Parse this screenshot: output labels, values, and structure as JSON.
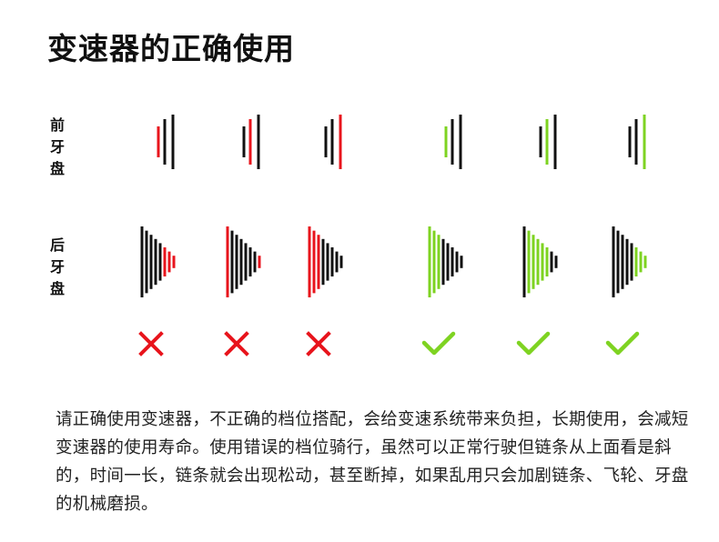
{
  "title": "变速器的正确使用",
  "row_labels": {
    "front": [
      "前",
      "牙",
      "盘"
    ],
    "rear": [
      "后",
      "牙",
      "盘"
    ]
  },
  "caption": "请正确使用变速器，不正确的档位搭配，会给变速系统带来负担，长期使用，会减短变速器的使用寿命。使用错误的档位骑行，虽然可以正常行驶但链条从上面看是斜的，时间一长，链条就会出现松动，甚至断掉，如果乱用只会加剧链条、飞轮、牙盘的机械磨损。",
  "colors": {
    "base": "#111111",
    "wrong": "#e8141c",
    "right": "#7ed321"
  },
  "front_chainrings": {
    "count": 3
  },
  "rear_cassette": {
    "count": 8
  },
  "combinations": [
    {
      "front_gear": 0,
      "rear_highlight": [
        5,
        6,
        7
      ],
      "result": "wrong",
      "icon": "cross-icon"
    },
    {
      "front_gear": 1,
      "rear_highlight": [
        0,
        7
      ],
      "result": "wrong",
      "icon": "cross-icon"
    },
    {
      "front_gear": 2,
      "rear_highlight": [
        0,
        1,
        2
      ],
      "result": "wrong",
      "icon": "cross-icon"
    },
    {
      "front_gear": 0,
      "rear_highlight": [
        0,
        1,
        2
      ],
      "result": "right",
      "icon": "check-icon"
    },
    {
      "front_gear": 1,
      "rear_highlight": [
        1,
        2,
        3,
        4,
        5
      ],
      "result": "right",
      "icon": "check-icon"
    },
    {
      "front_gear": 2,
      "rear_highlight": [
        5,
        6,
        7
      ],
      "result": "right",
      "icon": "check-icon"
    }
  ]
}
